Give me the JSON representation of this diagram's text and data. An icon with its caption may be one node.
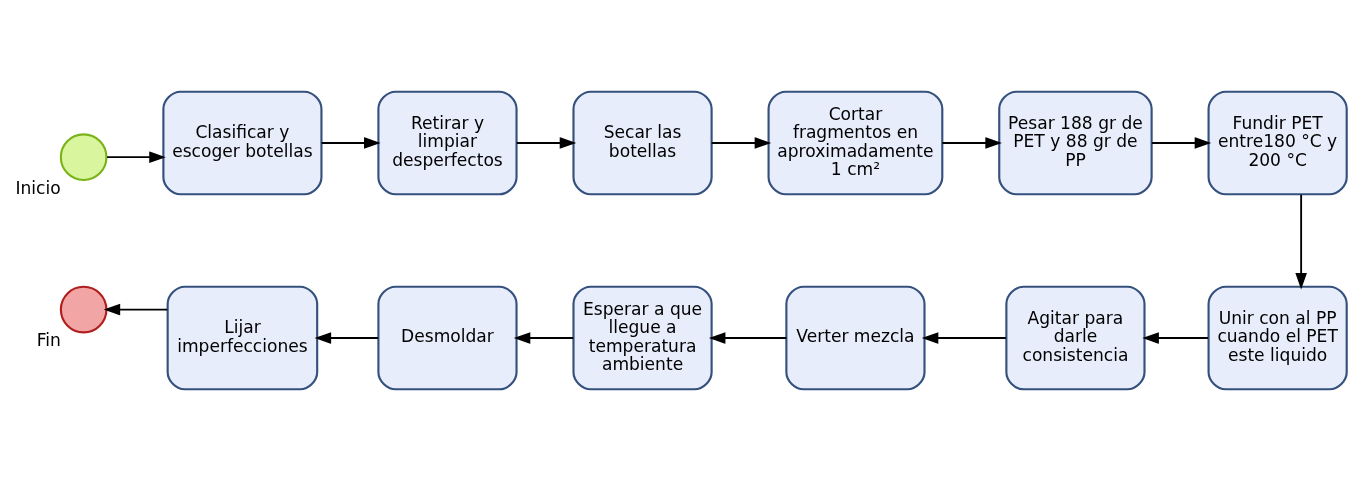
{
  "diagram": {
    "nodes": [
      {
        "text": [],
        "shape": "circle",
        "beside": [
          "Inicio"
        ]
      },
      {
        "text": [
          "Clasificar y escoger botellas"
        ]
      },
      {
        "text": [
          "Retirar y limpiar desperfectos"
        ]
      },
      {
        "text": [
          "Secar las botellas"
        ]
      },
      {
        "text": [
          "Cortar fragmentos en aproximadamente 1 cm²"
        ]
      },
      {
        "text": [
          "Pesar 188 gr de PET y 88 gr de PP"
        ]
      },
      {
        "text": [
          "Fundir PET entre180 °C y 200 °C"
        ]
      },
      {
        "text": [
          "Unir con al PP cuando el PET este liquido"
        ]
      },
      {
        "text": [
          "Agitar para darle consistencia"
        ]
      },
      {
        "text": [
          "Verter mezcla"
        ]
      },
      {
        "text": [
          "Esperar a que llegue a temperatura ambiente"
        ]
      },
      {
        "text": [
          "Desmoldar"
        ]
      },
      {
        "text": [
          "Lijar imperfecciones"
        ]
      },
      {
        "text": [],
        "shape": "circle",
        "beside": [
          "Fin"
        ]
      }
    ],
    "edges": [
      {
        "from": 0,
        "to": 1,
        "arrow": "to"
      },
      {
        "from": 1,
        "to": 2,
        "arrow": "to"
      },
      {
        "from": 2,
        "to": 3,
        "arrow": "to"
      },
      {
        "from": 3,
        "to": 4,
        "arrow": "to"
      },
      {
        "from": 4,
        "to": 5,
        "arrow": "to"
      },
      {
        "from": 5,
        "to": 6,
        "arrow": "to"
      },
      {
        "from": 6,
        "to": 7,
        "arrow": "to"
      },
      {
        "from": 7,
        "to": 8,
        "arrow": "to"
      },
      {
        "from": 8,
        "to": 9,
        "arrow": "to"
      },
      {
        "from": 9,
        "to": 10,
        "arrow": "to"
      },
      {
        "from": 10,
        "to": 11,
        "arrow": "to"
      },
      {
        "from": 11,
        "to": 12,
        "arrow": "to"
      },
      {
        "from": 12,
        "to": 13,
        "arrow": "to"
      }
    ]
  }
}
